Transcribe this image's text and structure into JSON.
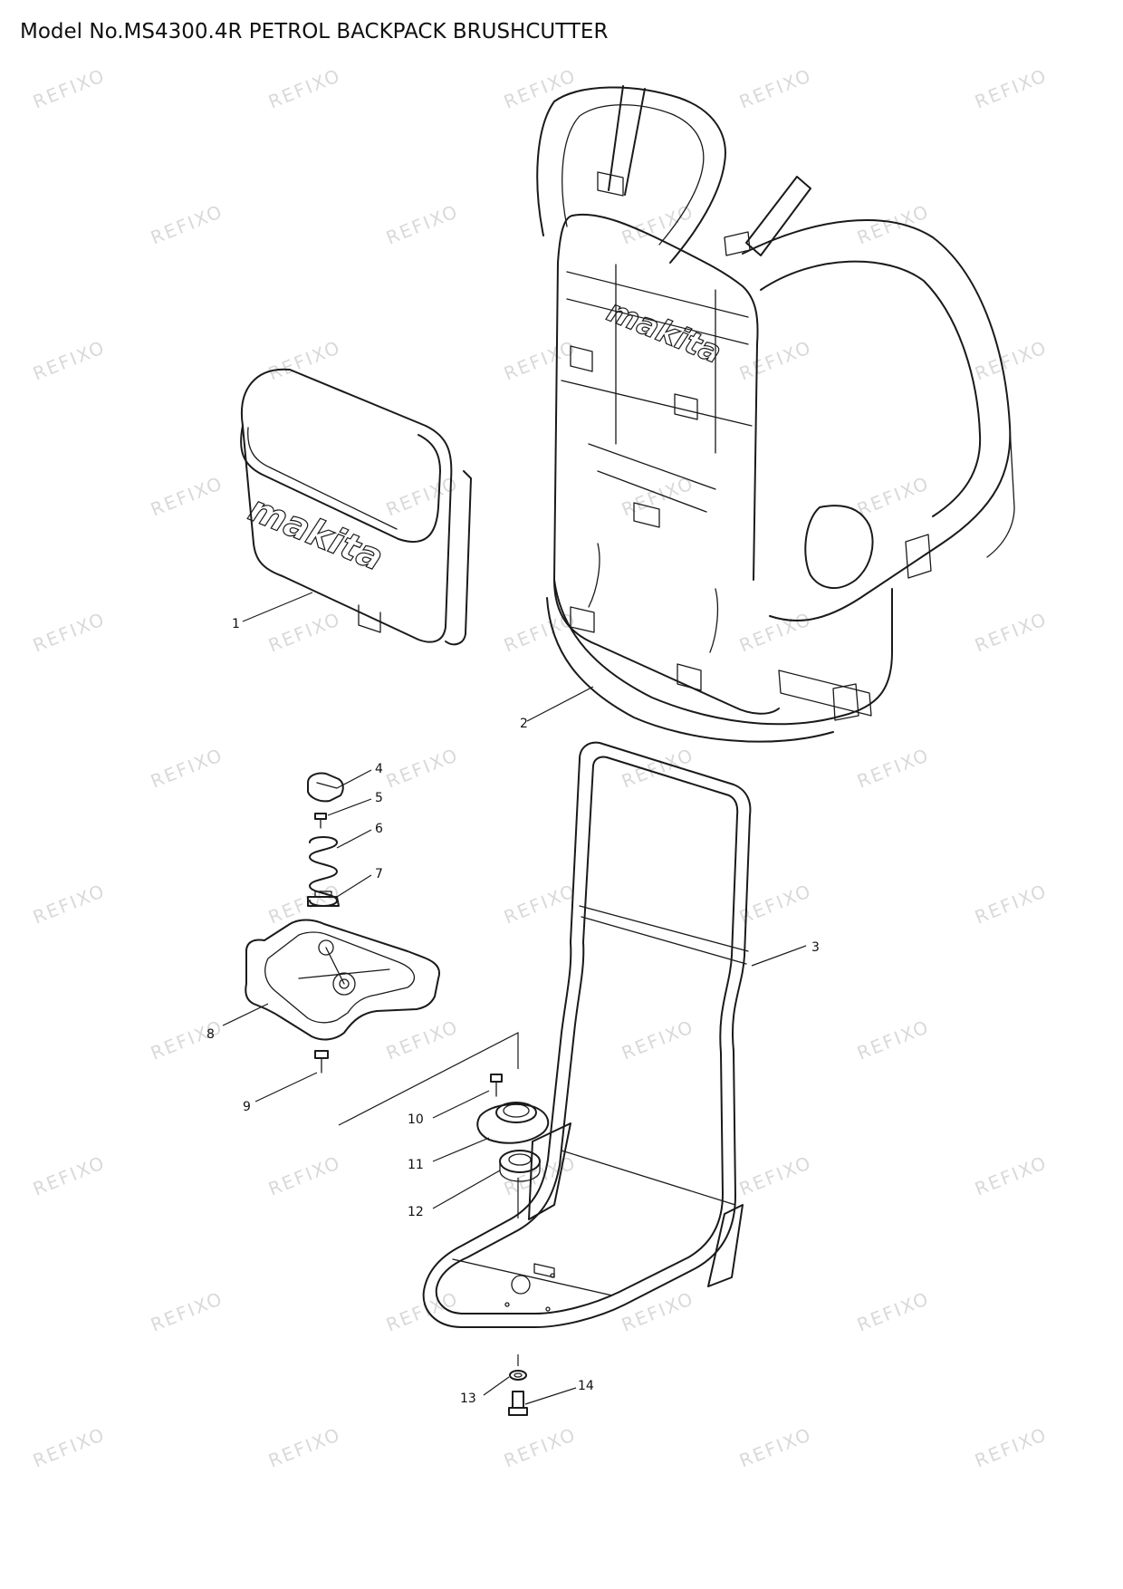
{
  "title": "Model No.MS4300.4R PETROL BACKPACK BRUSHCUTTER",
  "watermark": "REFIXO",
  "logo_text": "makita",
  "callouts": [
    "1",
    "2",
    "3",
    "4",
    "5",
    "6",
    "7",
    "8",
    "9",
    "10",
    "11",
    "12",
    "13",
    "14"
  ]
}
